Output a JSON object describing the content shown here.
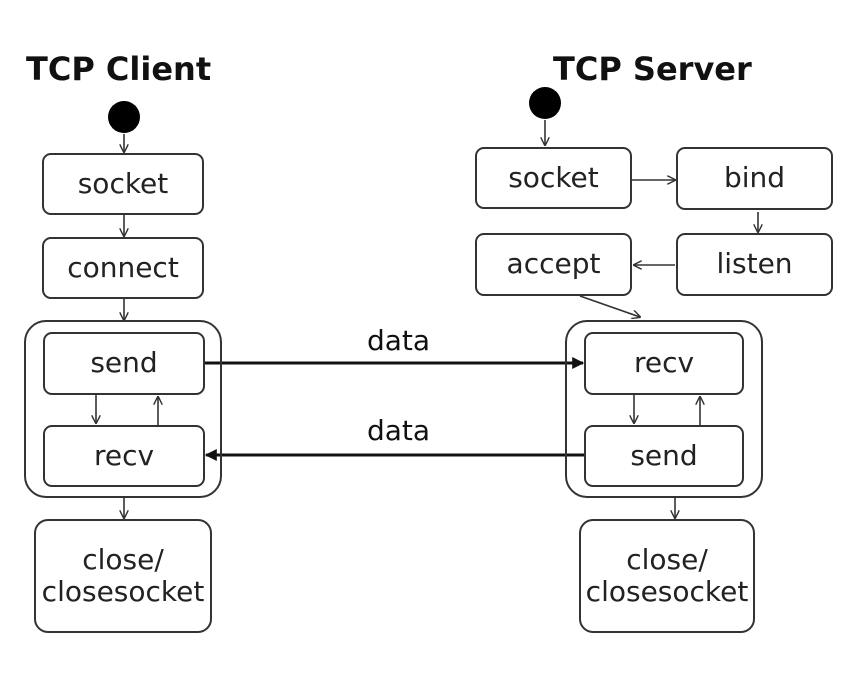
{
  "client": {
    "title": "TCP Client",
    "socket": "socket",
    "connect": "connect",
    "send": "send",
    "recv": "recv",
    "close_line1": "close/",
    "close_line2": "closesocket"
  },
  "server": {
    "title": "TCP Server",
    "socket": "socket",
    "bind": "bind",
    "listen": "listen",
    "accept": "accept",
    "recv": "recv",
    "send": "send",
    "close_line1": "close/",
    "close_line2": "closesocket"
  },
  "flows": {
    "client_to_server": "data",
    "server_to_client": "data"
  }
}
